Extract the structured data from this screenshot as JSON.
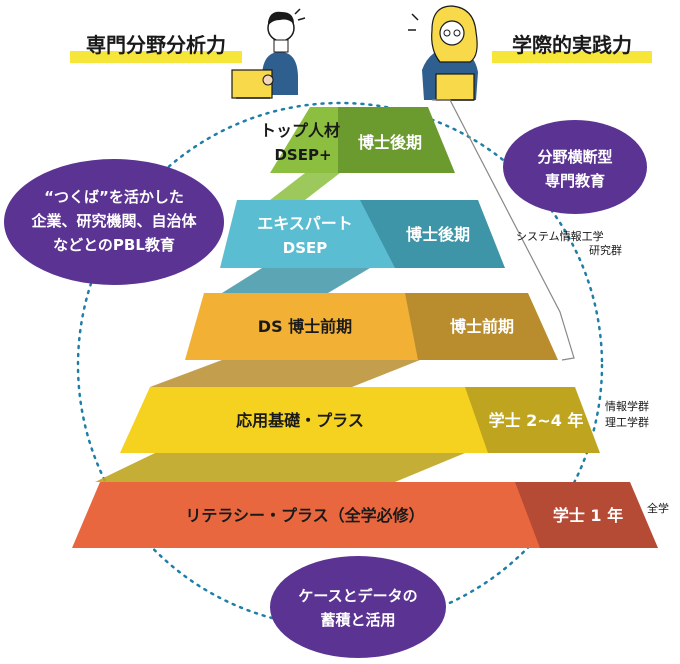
{
  "headers": {
    "left": "専門分野分析力",
    "right": "学際的実践力"
  },
  "bubbles": {
    "top_right": [
      "分野横断型",
      "専門教育"
    ],
    "left": [
      "“つくば”を活かした",
      "企業、研究機関、自治体",
      "などとのPBL教育"
    ],
    "bottom": [
      "ケースとデータの",
      "蓄積と活用"
    ]
  },
  "tiers": [
    {
      "main": [
        "トップ人材",
        "DSEP+"
      ],
      "side": "博士後期",
      "colors": {
        "main": "#8cbf3f",
        "side": "#6b9a2f"
      }
    },
    {
      "main": [
        "エキスパート",
        "DSEP"
      ],
      "side": "博士後期",
      "colors": {
        "main": "#5bbdd1",
        "side": "#3e95a8"
      }
    },
    {
      "main": [
        "DS 博士前期"
      ],
      "side": "博士前期",
      "colors": {
        "main": "#f2b134",
        "side": "#b98d2d"
      }
    },
    {
      "main": [
        "応用基礎・プラス"
      ],
      "side": "学士 2~4 年",
      "colors": {
        "main": "#f5d21f",
        "side": "#bfa51f"
      }
    },
    {
      "main": [
        "リテラシー・プラス（全学必修）"
      ],
      "side": "学士 1 年",
      "colors": {
        "main": "#e9673f",
        "side": "#b54a35"
      }
    }
  ],
  "side_notes": {
    "system": [
      "システム情報工学",
      "研究群"
    ],
    "schools": [
      "情報学群",
      "理工学群"
    ],
    "all": "全学"
  },
  "colors": {
    "purple": "#5b3393",
    "header_band": "#f7e63a",
    "dots": "#1f7ea6"
  }
}
